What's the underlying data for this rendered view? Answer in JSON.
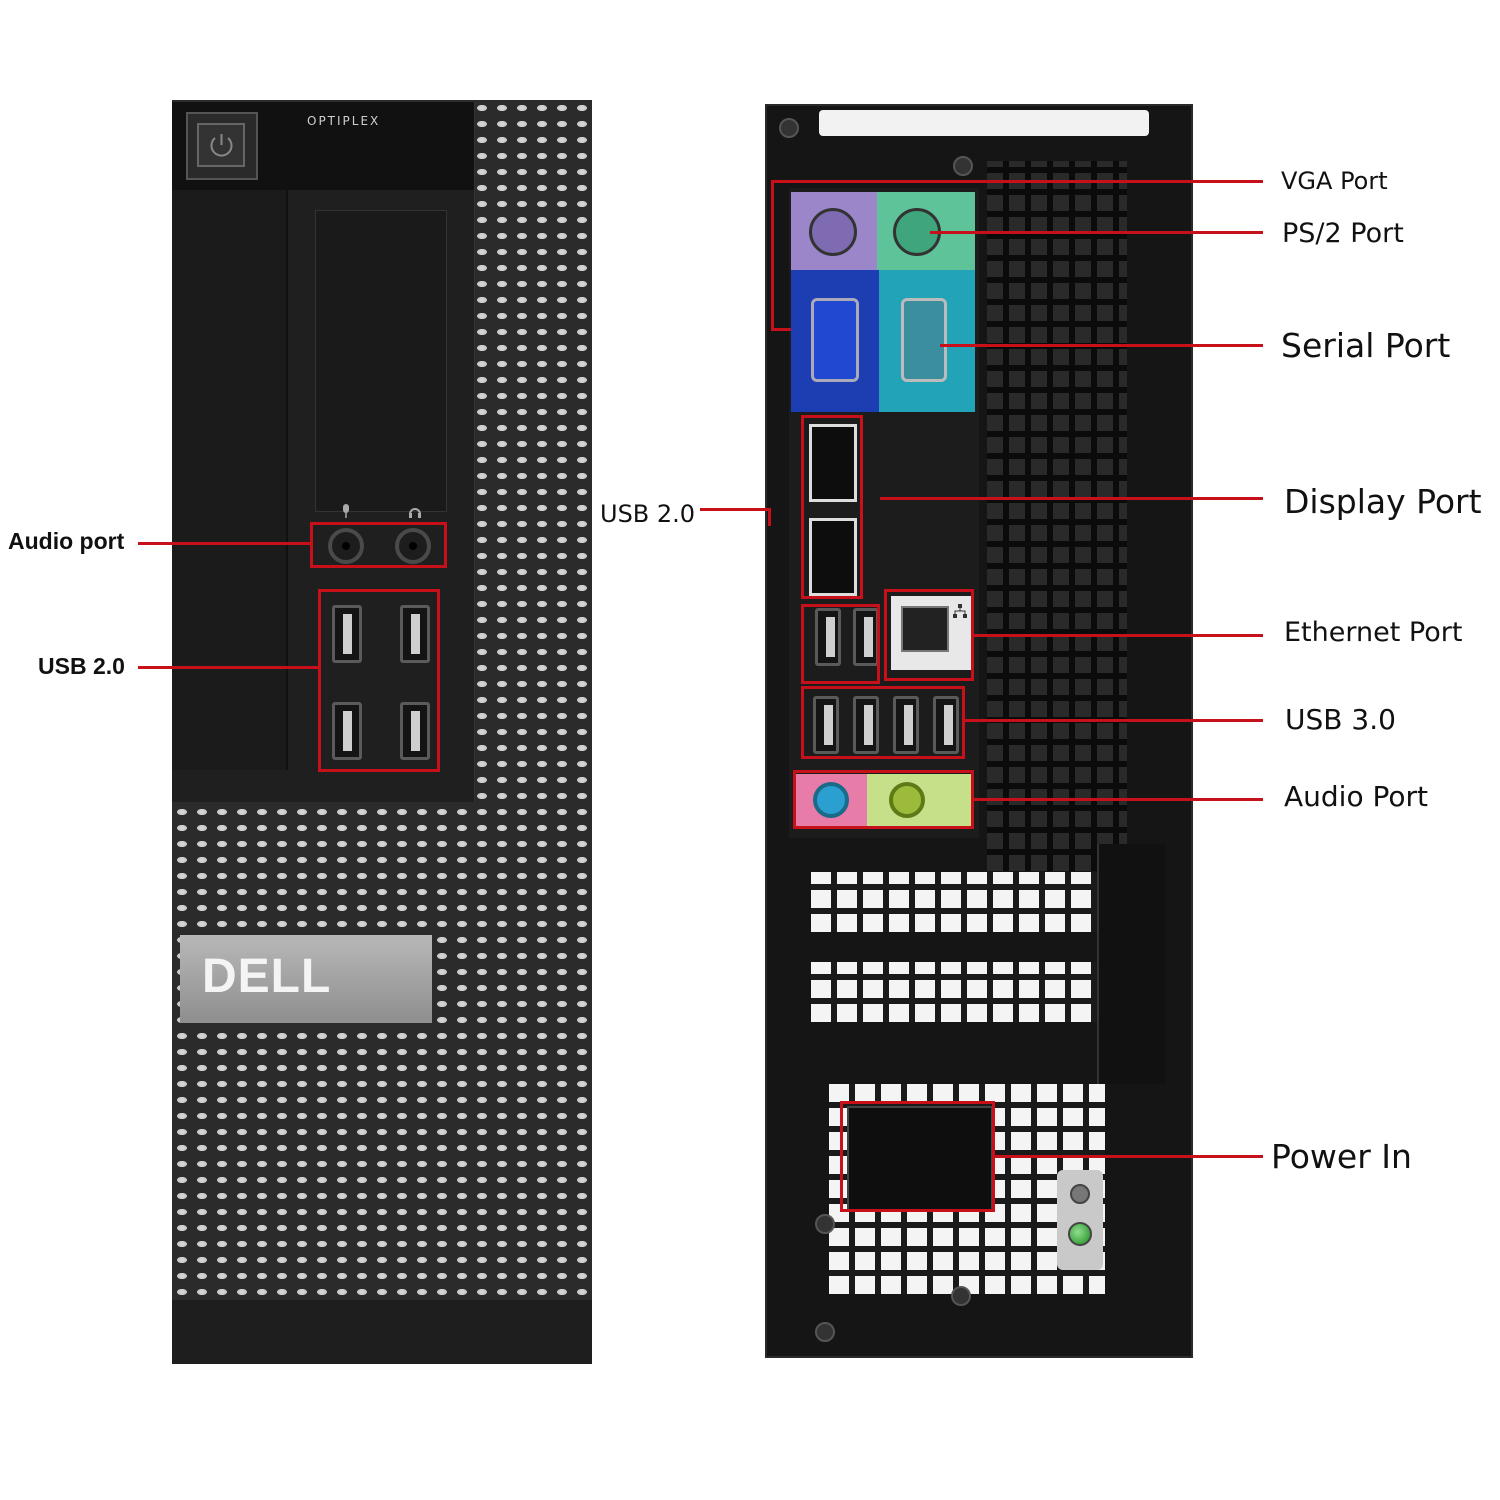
{
  "front": {
    "model_badge": "OPTIPLEX",
    "logo_text": "DELL",
    "labels": {
      "audio": "Audio port",
      "usb": "USB 2.0"
    }
  },
  "back": {
    "labels": {
      "vga": "VGA Port",
      "ps2": "PS/2 Port",
      "serial": "Serial Port",
      "usb2": "USB 2.0",
      "display": "Display Port",
      "ethernet": "Ethernet Port",
      "usb3": "USB 3.0",
      "audio": "Audio Port",
      "power": "Power In"
    }
  },
  "colors": {
    "callout": "#c8101a",
    "chassis_black": "#1a1a1a",
    "ps2_keyboard": "#9b86c9",
    "ps2_mouse": "#5fc39a",
    "vga_blue": "#1d3db3",
    "serial_teal": "#22a3b8",
    "audio_in_blue": "#e87ca8",
    "audio_out_green": "#c6e08a"
  },
  "icons": [
    "power-button-icon",
    "microphone-icon",
    "headphone-icon",
    "usb-icon",
    "network-icon",
    "display-port-icon",
    "led-indicator-icon"
  ]
}
